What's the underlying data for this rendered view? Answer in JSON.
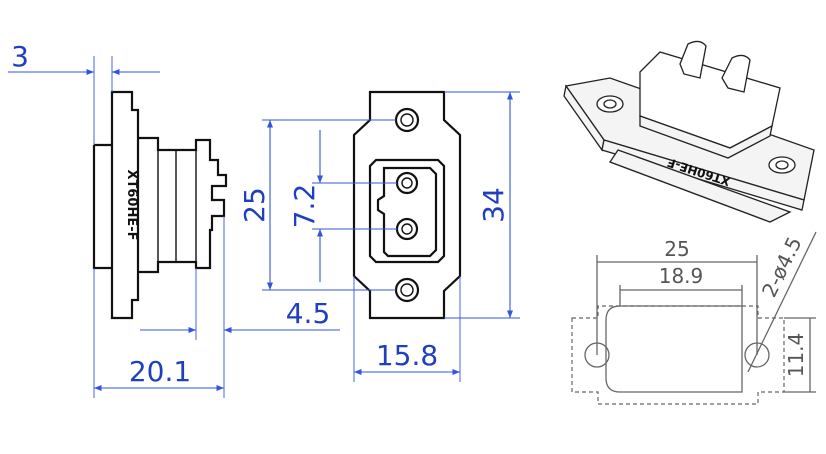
{
  "side_view": {
    "part_label": "XT60HE-F",
    "dim_thickness": "3",
    "dim_length": "20.1",
    "dim_offset": "4.5"
  },
  "front_view": {
    "dim_height_outer": "34",
    "dim_hole_spacing": "25",
    "dim_pin_spacing": "7.2",
    "dim_width": "15.8"
  },
  "iso_view": {
    "part_label": "XT60HE-F"
  },
  "cutout_view": {
    "dim_hole_spacing": "25",
    "dim_opening_width": "18.9",
    "dim_hole_callout": "2-ø4.5",
    "dim_opening_height": "11.4"
  },
  "colors": {
    "dimension": "#3355dd",
    "outline": "#111111",
    "hidden": "#666666"
  }
}
